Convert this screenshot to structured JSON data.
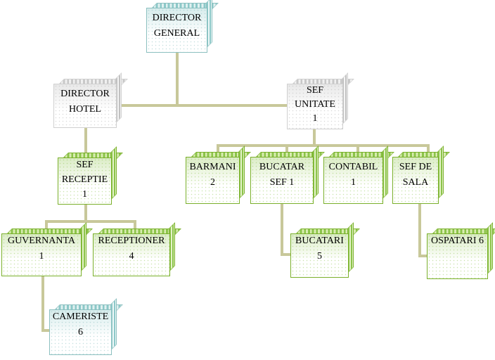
{
  "diagram": {
    "type": "org-chart",
    "connector_color": "#c8c89a",
    "nodes": [
      {
        "id": "director_general",
        "lines": [
          "DIRECTOR",
          "GENERAL"
        ],
        "parent": null,
        "theme": "teal"
      },
      {
        "id": "director_hotel",
        "lines": [
          "DIRECTOR",
          "HOTEL"
        ],
        "parent": "director_general",
        "theme": "grey"
      },
      {
        "id": "sef_unitate",
        "lines": [
          "SEF",
          "UNITATE",
          "1"
        ],
        "parent": "director_general",
        "theme": "grey"
      },
      {
        "id": "sef_receptie",
        "lines": [
          "SEF",
          "RECEPTIE",
          "1"
        ],
        "parent": "director_hotel",
        "theme": "green"
      },
      {
        "id": "barmani",
        "lines": [
          "BARMANI",
          "2"
        ],
        "parent": "sef_unitate",
        "theme": "green"
      },
      {
        "id": "bucatar_sef",
        "lines": [
          "BUCATAR",
          "SEF 1"
        ],
        "parent": "sef_unitate",
        "theme": "green"
      },
      {
        "id": "contabil",
        "lines": [
          "CONTABIL",
          "1"
        ],
        "parent": "sef_unitate",
        "theme": "green"
      },
      {
        "id": "sef_de_sala",
        "lines": [
          "SEF DE",
          "SALA"
        ],
        "parent": "sef_unitate",
        "theme": "green"
      },
      {
        "id": "guvernanta",
        "lines": [
          "GUVERNANTA",
          "1"
        ],
        "parent": "sef_receptie",
        "theme": "green"
      },
      {
        "id": "receptioner",
        "lines": [
          "RECEPTIONER",
          "4"
        ],
        "parent": "sef_receptie",
        "theme": "green"
      },
      {
        "id": "bucatari",
        "lines": [
          "BUCATARI",
          "5"
        ],
        "parent": "bucatar_sef",
        "theme": "green"
      },
      {
        "id": "ospatari",
        "lines": [
          "OSPATARI 6"
        ],
        "parent": "sef_de_sala",
        "theme": "green"
      },
      {
        "id": "cameriste",
        "lines": [
          "CAMERISTE",
          "6"
        ],
        "parent": "guvernanta",
        "theme": "teal"
      }
    ]
  }
}
